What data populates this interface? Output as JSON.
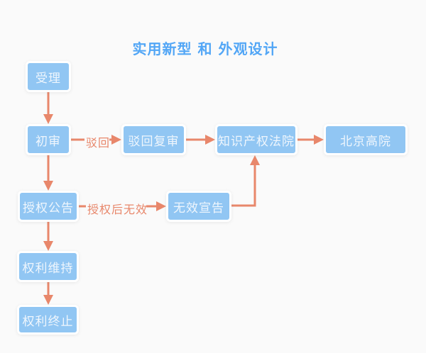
{
  "title": "实用新型 和 外观设计",
  "colors": {
    "background": "#fafafa",
    "node_fill": "#91c6f3",
    "node_border": "#ffffff",
    "node_text": "#eff6fd",
    "arrow": "#e8876b",
    "title_text": "#52a6f6"
  },
  "nodes": [
    {
      "id": "acceptance",
      "label": "受理"
    },
    {
      "id": "preliminary",
      "label": "初审"
    },
    {
      "id": "rejection-reexam",
      "label": "驳回复审"
    },
    {
      "id": "ip-court",
      "label": "知识产权法院"
    },
    {
      "id": "beijing-high",
      "label": "北京高院"
    },
    {
      "id": "grant-announce",
      "label": "授权公告"
    },
    {
      "id": "invalidation",
      "label": "无效宣告"
    },
    {
      "id": "right-maintained",
      "label": "权利维持"
    },
    {
      "id": "right-terminated",
      "label": "权利终止"
    }
  ],
  "edges": [
    {
      "from": "受理",
      "to": "初审",
      "label": ""
    },
    {
      "from": "初审",
      "to": "驳回复审",
      "label": "驳回"
    },
    {
      "from": "驳回复审",
      "to": "知识产权法院",
      "label": ""
    },
    {
      "from": "知识产权法院",
      "to": "北京高院",
      "label": ""
    },
    {
      "from": "初审",
      "to": "授权公告",
      "label": ""
    },
    {
      "from": "授权公告",
      "to": "无效宣告",
      "label": "授权后无效"
    },
    {
      "from": "无效宣告",
      "to": "知识产权法院",
      "label": ""
    },
    {
      "from": "授权公告",
      "to": "权利维持",
      "label": ""
    },
    {
      "from": "权利维持",
      "to": "权利终止",
      "label": ""
    }
  ]
}
